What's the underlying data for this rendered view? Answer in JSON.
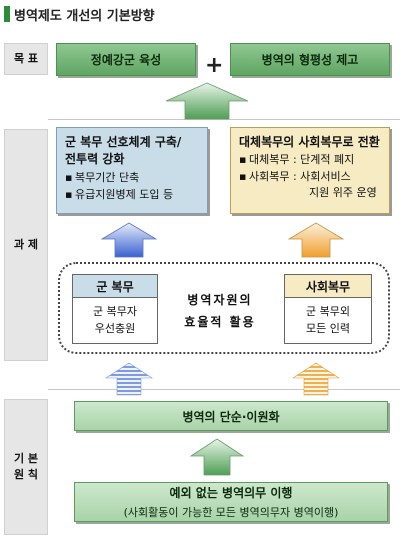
{
  "title": "병역제도 개선의 기본방향",
  "labels": {
    "goal": "목 표",
    "task": "과 제",
    "principle": "기 본 원 칙"
  },
  "goals": {
    "left": "정예강군 육성",
    "plus": "+",
    "right": "병역의 형평성 제고"
  },
  "tasks": {
    "left": {
      "heading_line1": "군 복무 선호체계 구축/",
      "heading_line2": "전투력 강화",
      "bullets": [
        "복무기간 단축",
        "유급지원병제 도입 등"
      ]
    },
    "right": {
      "heading": "대체복무의 사회복무로 전환",
      "bullet1": "대체복무 : 단계적 폐지",
      "bullet2": "사회복무 : 사회서비스",
      "bullet2_cont": "지원 위주 운영"
    }
  },
  "resources": {
    "left_card": {
      "title": "군 복무",
      "line1": "군 복무자",
      "line2": "우선충원"
    },
    "center_line1": "병역자원의",
    "center_line2": "효율적 활용",
    "right_card": {
      "title": "사회복무",
      "line1": "군 복무외",
      "line2": "모든 인력"
    }
  },
  "principles": {
    "first": "병역의 단순·이원화",
    "second_main": "예외 없는 병역의무 이행",
    "second_sub": "(사회활동이 가능한 모든 병역의무자 병역이행)"
  },
  "colors": {
    "green": "#6fb573",
    "blue": "#4a6fd0",
    "orange": "#f0a030",
    "task_blue_bg": "#c9dde9",
    "task_yellow_bg": "#f7ebc4"
  }
}
